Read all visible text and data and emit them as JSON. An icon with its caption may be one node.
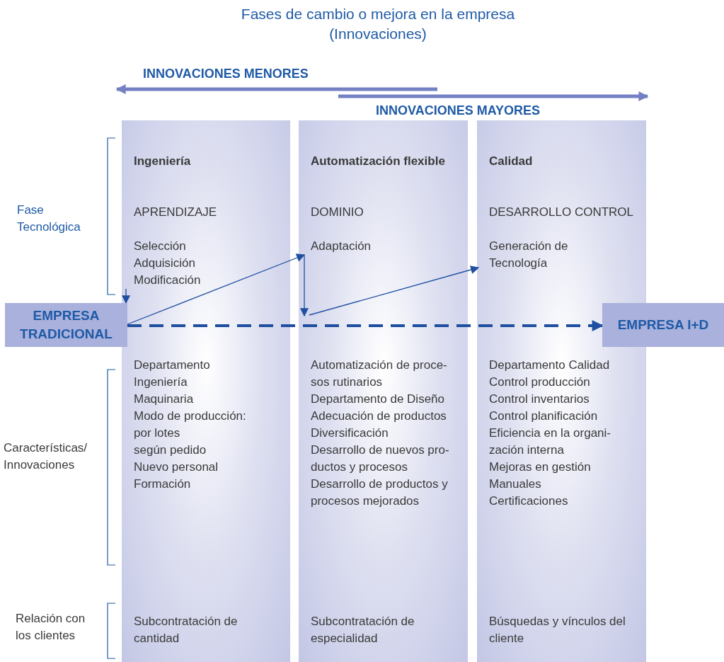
{
  "diagram": {
    "title": "Fases de cambio o mejora en la empresa (Innovaciones)",
    "nodes": [
      {
        "text": [],
        "shape": "bar"
      },
      {
        "text": [
          "Ingeniería"
        ],
        "in": 0
      },
      {
        "text": [
          "APRENDIZAJE"
        ],
        "in": 0
      },
      {
        "text": [
          "Selección",
          "Adquisición",
          "Modificación"
        ],
        "in": 0
      },
      {
        "text": [
          "Departamento",
          "Ingeniería",
          "Maquinaria",
          "Modo de producción:",
          "por lotes",
          "según pedido",
          "Nuevo personal",
          "Formación"
        ],
        "in": 0
      },
      {
        "text": [
          "Subcontratación de cantidad"
        ],
        "in": 0
      },
      {
        "text": [],
        "shape": "bar"
      },
      {
        "text": [
          "Automatización flexible"
        ],
        "in": 6
      },
      {
        "text": [
          "DOMINIO"
        ],
        "in": 6
      },
      {
        "text": [
          "Adaptación"
        ],
        "in": 6
      },
      {
        "text": [
          "Automatización de proce-",
          "sos rutinarios",
          "Departamento de Diseño",
          "Adecuación de productos",
          "Diversificación",
          "Desarrollo de nuevos pro-",
          "ductos y procesos",
          "Desarrollo de productos y",
          "procesos mejorados"
        ],
        "in": 6
      },
      {
        "text": [
          "Subcontratación de especialidad"
        ],
        "in": 6
      },
      {
        "text": [],
        "shape": "bar"
      },
      {
        "text": [
          "Calidad"
        ],
        "in": 12
      },
      {
        "text": [
          "DESARROLLO CONTROL"
        ],
        "in": 12
      },
      {
        "text": [
          "Generación de Tecnología"
        ],
        "in": 12
      },
      {
        "text": [
          "Departamento Calidad",
          "Control producción",
          "Control inventarios",
          "Control planificación",
          "Eficiencia en la organi-",
          "zación interna",
          "Mejoras en gestión",
          "Manuales",
          "Certificaciones"
        ],
        "in": 12
      },
      {
        "text": [
          "Búsquedas y vínculos del cliente"
        ],
        "in": 12
      },
      {
        "text": [
          "EMPRESA TRADICIONAL"
        ]
      },
      {
        "text": [
          "EMPRESA I+D"
        ]
      }
    ],
    "edges": [
      {
        "from": 3,
        "to": 18,
        "arrow": "to"
      },
      {
        "from": 18,
        "to": 9,
        "arrow": "to"
      },
      {
        "from": 9,
        "to": null,
        "arrow": "to"
      },
      {
        "from": null,
        "to": 15,
        "arrow": "to"
      },
      {
        "from": 18,
        "to": 19,
        "arrow": "to",
        "style": "dashed"
      }
    ],
    "labels": [
      "INNOVACIONES MENORES",
      "INNOVACIONES MAYORES",
      "Fase Tecnológica",
      "Características/ Innovaciones",
      "Relación con los clientes"
    ]
  }
}
